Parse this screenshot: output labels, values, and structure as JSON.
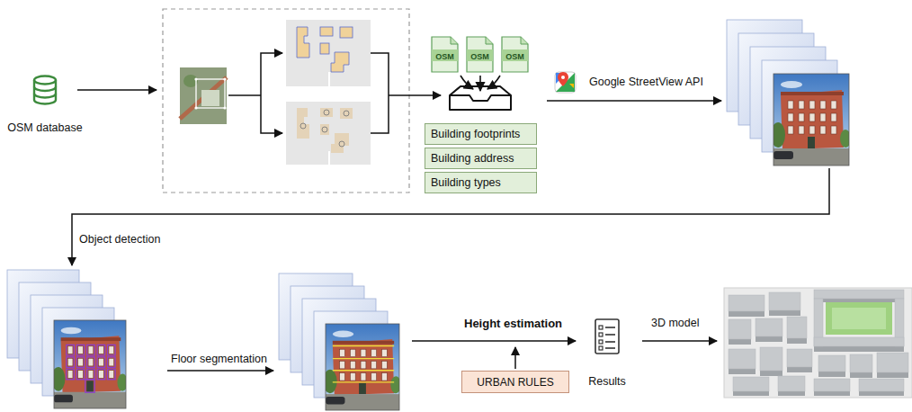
{
  "diagram": {
    "nodes": [
      {
        "text": [
          "OSM database"
        ]
      },
      {
        "text": [
          "OSM"
        ]
      },
      {
        "text": [
          "OSM"
        ]
      },
      {
        "text": [
          "OSM"
        ]
      },
      {
        "text": [
          "Building footprints"
        ]
      },
      {
        "text": [
          "Building address"
        ]
      },
      {
        "text": [
          "Building types"
        ]
      },
      {
        "text": [
          "URBAN RULES"
        ]
      },
      {
        "text": [
          "Results"
        ]
      }
    ],
    "labels": [
      "Google StreetView API",
      "Object detection",
      "Floor segmentation",
      "Height estimation",
      "3D model"
    ]
  }
}
